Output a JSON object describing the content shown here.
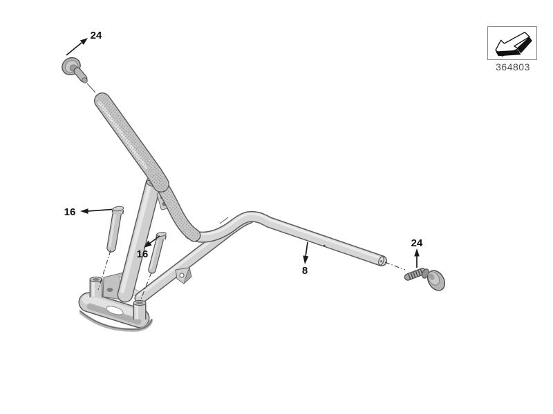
{
  "diagram": {
    "title": "handlebar-assembly-exploded-parts-diagram",
    "callouts": [
      {
        "label": "24",
        "target": "left-handlebar-end-screw"
      },
      {
        "label": "16",
        "target": "left-clamp-bolt"
      },
      {
        "label": "16",
        "target": "right-clamp-bolt"
      },
      {
        "label": "8",
        "target": "handlebar-tube"
      },
      {
        "label": "24",
        "target": "right-handlebar-end-screw"
      }
    ],
    "reference": {
      "number": "364803",
      "icon": "direction-arrow-icon"
    },
    "colors": {
      "background": "#ffffff",
      "tube_fill": "#d3d3d3",
      "tube_outline": "#5f5f5f",
      "callout_text": "#111111",
      "callout_line": "#1a1a1a",
      "reference_text": "#4d4d4d",
      "reference_box_border": "#8a8a8a"
    }
  }
}
